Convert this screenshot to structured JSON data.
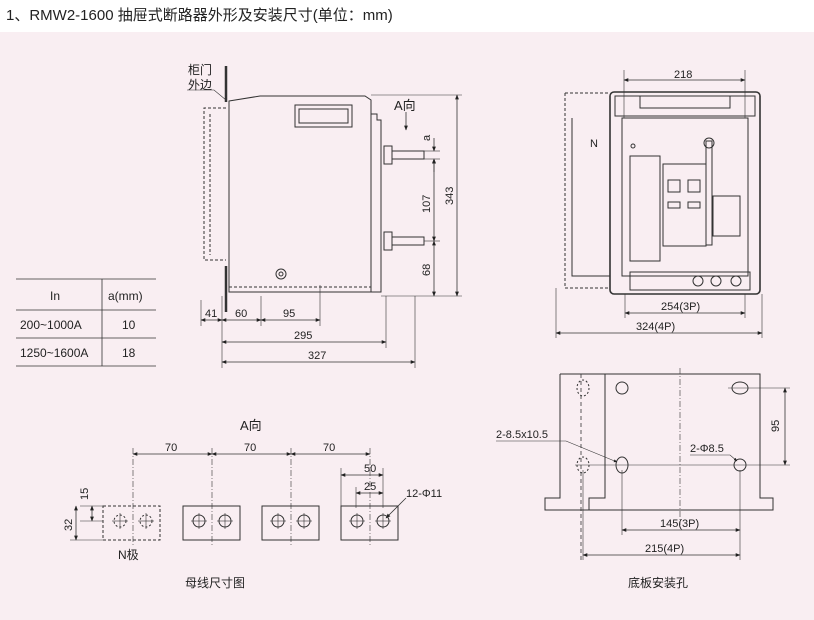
{
  "page": {
    "title": "1、RMW2-1600 抽屉式断路器外形及安装尺寸(单位：mm)"
  },
  "side_view": {
    "door_label_line1": "柜门",
    "door_label_line2": "外边",
    "view_a_label": "A向",
    "dim_a": "a",
    "dim_107": "107",
    "dim_343": "343",
    "dim_68": "68",
    "dim_41": "41",
    "dim_60": "60",
    "dim_95": "95",
    "dim_295": "295",
    "dim_327": "327"
  },
  "table": {
    "headers": [
      "In",
      "a(mm)"
    ],
    "rows": [
      [
        "200~1000A",
        "10"
      ],
      [
        "1250~1600A",
        "18"
      ]
    ]
  },
  "front_view": {
    "dim_218": "218",
    "n_label": "N",
    "dim_254": "254(3P)",
    "dim_324": "324(4P)"
  },
  "busbar_view": {
    "view_label": "A向",
    "dim_70_1": "70",
    "dim_70_2": "70",
    "dim_70_3": "70",
    "dim_50": "50",
    "dim_25": "25",
    "hole_label": "12-Φ11",
    "dim_15": "15",
    "dim_32": "32",
    "n_pole_label": "N极",
    "caption": "母线尺寸图"
  },
  "base_view": {
    "slot_label": "2-8.5x10.5",
    "hole_label": "2-Φ8.5",
    "dim_95": "95",
    "dim_145": "145(3P)",
    "dim_215": "215(4P)",
    "caption": "底板安装孔"
  }
}
